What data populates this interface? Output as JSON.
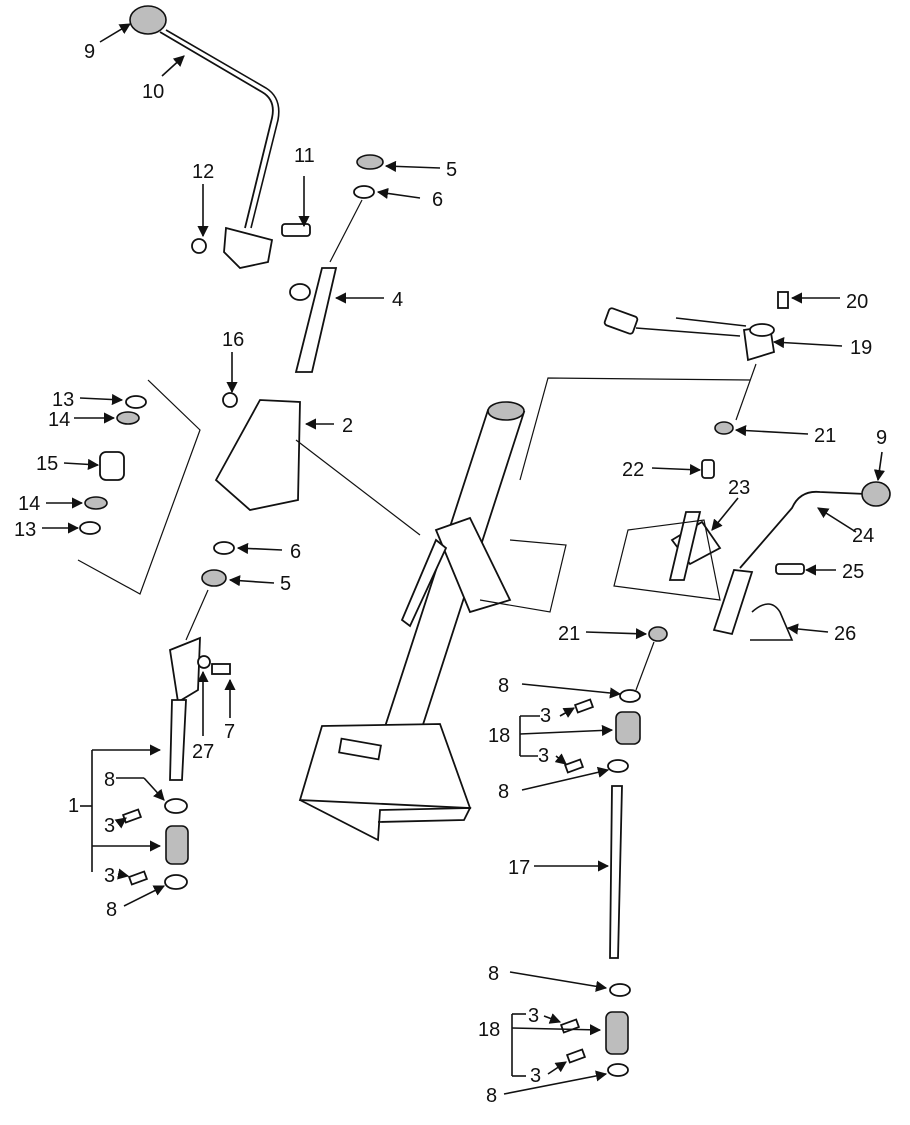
{
  "labels": {
    "l1": "1",
    "l2": "2",
    "l3a": "3",
    "l3b": "3",
    "l3c": "3",
    "l3d": "3",
    "l3e": "3",
    "l3f": "3",
    "l4": "4",
    "l5a": "5",
    "l5b": "5",
    "l6a": "6",
    "l6b": "6",
    "l7": "7",
    "l8a": "8",
    "l8b": "8",
    "l8c": "8",
    "l8d": "8",
    "l8e": "8",
    "l8f": "8",
    "l9a": "9",
    "l9b": "9",
    "l10": "10",
    "l11": "11",
    "l12": "12",
    "l13a": "13",
    "l13b": "13",
    "l14a": "14",
    "l14b": "14",
    "l15": "15",
    "l16": "16",
    "l17": "17",
    "l18a": "18",
    "l18b": "18",
    "l19": "19",
    "l20": "20",
    "l21a": "21",
    "l21b": "21",
    "l22": "22",
    "l23": "23",
    "l24": "24",
    "l25": "25",
    "l26": "26",
    "l27": "27"
  }
}
